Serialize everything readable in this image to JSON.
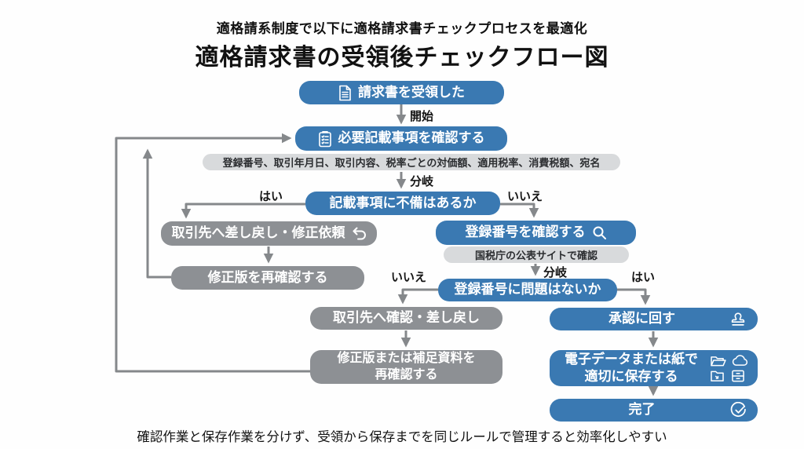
{
  "header": {
    "subtitle": "適格請系制度で以下に適格請求書チェックプロセスを最適化",
    "title": "適格請求書の受領後チェックフロー図"
  },
  "footer": {
    "note": "確認作業と保存作業を分けず、受領から保存までを同じルールで管理すると効率化しやすい"
  },
  "colors": {
    "node_blue": "#3a79b2",
    "node_gray": "#8d9094",
    "pill_gray": "#d8dadc",
    "line_gray": "#85888b",
    "text_white": "#ffffff"
  },
  "nodes": {
    "receive": {
      "label": "請求書を受領した",
      "icon": "document-icon"
    },
    "check_items": {
      "label": "必要記載事項を確認する",
      "icon": "clipboard-icon"
    },
    "required_items": "登録番号、取引年月日、取引内容、税率ごとの対価額、適用税率、消費税額、宛名",
    "decision_defects": "記載事項に不備はあるか",
    "return_fix": {
      "label": "取引先へ差し戻し・修正依頼",
      "icon": "undo-icon"
    },
    "recheck_fixed": "修正版を再確認する",
    "check_regnum": {
      "label": "登録番号を確認する",
      "icon": "search-icon"
    },
    "nta_site": "国税庁の公表サイトで確認",
    "decision_regnum": "登録番号に問題はないか",
    "confirm_return": "取引先へ確認・差し戻し",
    "recheck_docs": {
      "line1": "修正版または補足資料を",
      "line2": "再確認する"
    },
    "approve": {
      "label": "承認に回す",
      "icon": "stamp-icon"
    },
    "store": {
      "line1": "電子データまたは紙で",
      "line2": "適切に保存する",
      "icons": [
        "folder-open-icon",
        "cloud-icon",
        "folder-icon",
        "cabinet-icon"
      ]
    },
    "complete": {
      "label": "完了",
      "icon": "check-circle-icon"
    }
  },
  "edge_labels": {
    "start": "開始",
    "branch1": "分岐",
    "branch2": "分岐",
    "yes1": "はい",
    "no1": "いいえ",
    "no2": "いいえ",
    "yes2": "はい"
  }
}
